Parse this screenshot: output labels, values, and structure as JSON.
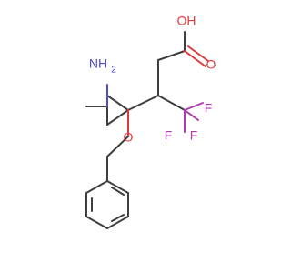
{
  "molecule": {
    "atoms": {
      "hydroxyl": "OH",
      "carbonyl_o": "O",
      "amine": "NH",
      "amine_h2": "2",
      "ether_o": "O",
      "f1": "F",
      "f2": "F",
      "f3": "F"
    },
    "colors": {
      "bond": "#3f3f3f",
      "oxygen": "#e03a3a",
      "nitrogen": "#4a4ad6",
      "fluorine": "#b23bb2"
    }
  }
}
